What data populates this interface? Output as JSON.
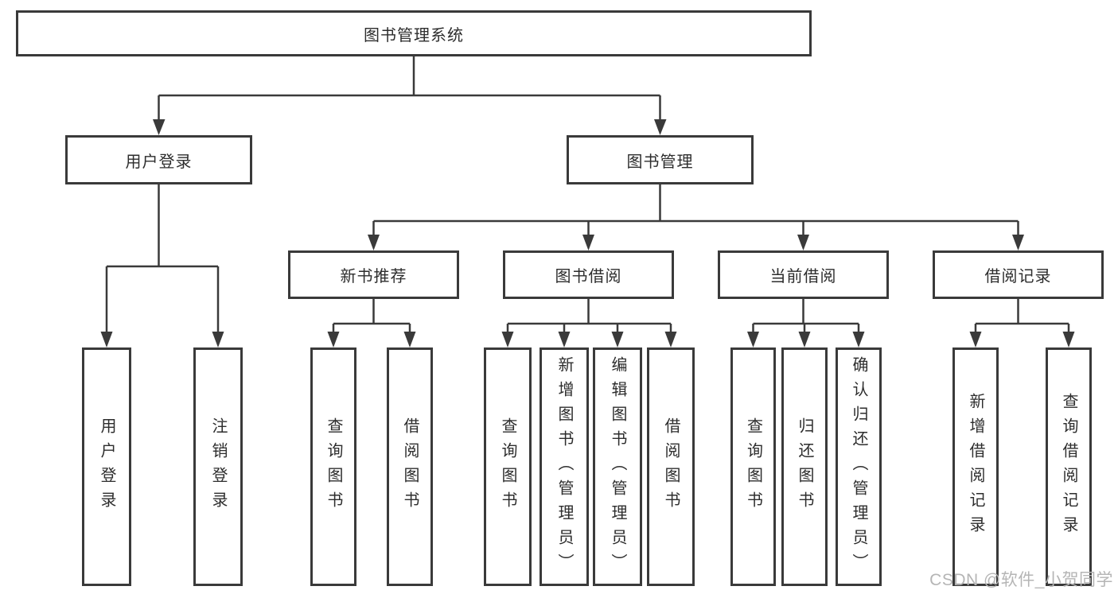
{
  "diagram": {
    "type": "hierarchy",
    "root": "图书管理系统",
    "branches": [
      "用户登录",
      "图书管理"
    ],
    "modules": [
      "新书推荐",
      "图书借阅",
      "当前借阅",
      "借阅记录"
    ],
    "leaf_groups": [
      {
        "parent": "用户登录",
        "items": [
          "用户登录",
          "注销登录"
        ]
      },
      {
        "parent": "新书推荐",
        "items": [
          "查询图书",
          "借阅图书"
        ]
      },
      {
        "parent": "图书借阅",
        "items": [
          "查询图书",
          "新增图书（管理员）",
          "编辑图书（管理员）",
          "借阅图书"
        ]
      },
      {
        "parent": "当前借阅",
        "items": [
          "查询图书",
          "归还图书",
          "确认归还（管理员）"
        ]
      },
      {
        "parent": "借阅记录",
        "items": [
          "新增借阅记录",
          "查询借阅记录"
        ]
      }
    ]
  },
  "watermark": "CSDN @软件_小贺同学",
  "colors": {
    "background": "#ffffff",
    "box_fill": "#ffffff",
    "box_border": "#3a3a3a",
    "line": "#3a3a3a",
    "arrow": "#3a3a3a",
    "text": "#2d2d2d",
    "watermark": "#b5b5b5"
  }
}
